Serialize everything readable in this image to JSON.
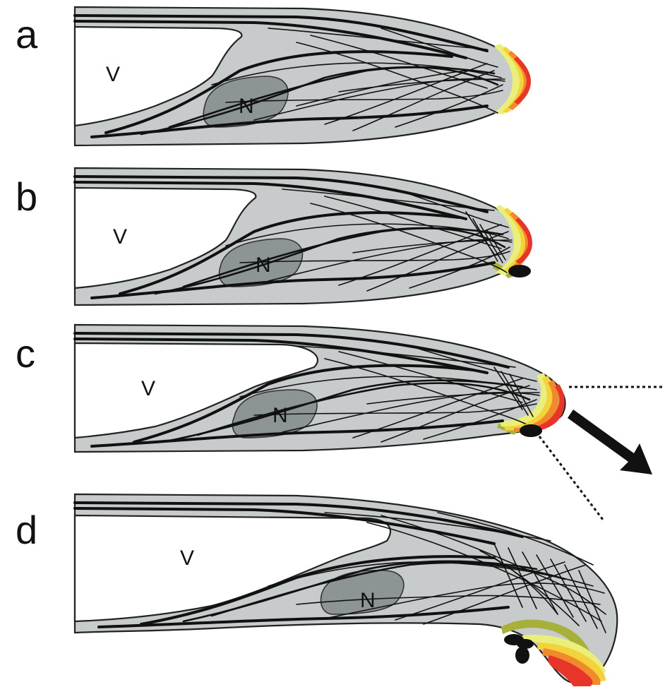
{
  "panels": [
    {
      "letter": "a",
      "vacuole_label": "V",
      "nucleus_label": "N"
    },
    {
      "letter": "b",
      "vacuole_label": "V",
      "nucleus_label": "N"
    },
    {
      "letter": "c",
      "vacuole_label": "V",
      "nucleus_label": "N"
    },
    {
      "letter": "d",
      "vacuole_label": "V",
      "nucleus_label": "N"
    }
  ],
  "colors": {
    "cytoplasm": "#c7cbcc",
    "nucleus": "#8d9496",
    "cap_outer": "#e8352a",
    "cap_mid": "#f08a2c",
    "cap_inner": "#f4d23a",
    "cap_pale": "#e9ef7a",
    "cap_olive": "#a7b13a"
  },
  "elements": {
    "spitzenkorper": "growth-zone-cap",
    "microtubules": "cytoskeleton-lines",
    "bead": "stimulus-bead",
    "direction_arrow": "growth-direction-arrow"
  }
}
